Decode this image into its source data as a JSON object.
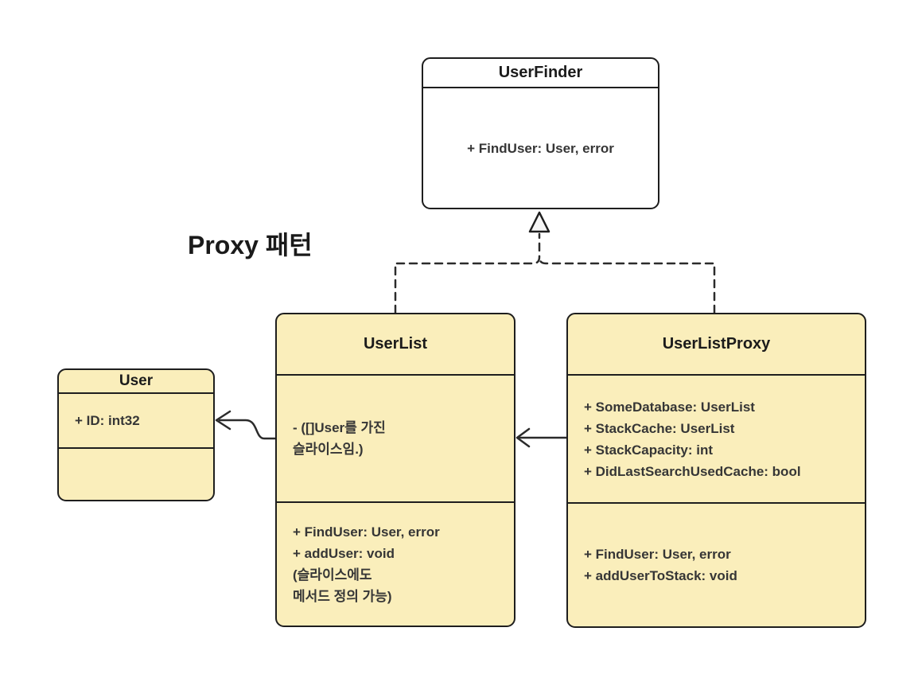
{
  "diagram": {
    "title": "Proxy 패턴",
    "classes": [
      {
        "name": "UserFinder",
        "kind": "interface",
        "fill": "#FFFFFF",
        "attributes": [],
        "methods": [
          "+ FindUser: User, error"
        ]
      },
      {
        "name": "UserList",
        "kind": "class",
        "fill": "#FAEEBB",
        "attributes": [
          "- ([]User를 가진",
          "슬라이스임.)"
        ],
        "methods": [
          "+ FindUser: User, error",
          "+ addUser: void",
          "(슬라이스에도",
          "메서드 정의 가능)"
        ]
      },
      {
        "name": "UserListProxy",
        "kind": "class",
        "fill": "#FAEEBB",
        "attributes": [
          "+ SomeDatabase: UserList",
          "+ StackCache: UserList",
          "+ StackCapacity: int",
          "+ DidLastSearchUsedCache: bool"
        ],
        "methods": [
          "+ FindUser: User, error",
          "+ addUserToStack: void"
        ]
      },
      {
        "name": "User",
        "kind": "class",
        "fill": "#FAEEBB",
        "attributes": [
          "+ ID: int32"
        ],
        "methods": []
      }
    ],
    "relations": [
      {
        "type": "realization",
        "from": "UserList",
        "to": "UserFinder",
        "line": "dashed",
        "arrow": "hollow-triangle"
      },
      {
        "type": "realization",
        "from": "UserListProxy",
        "to": "UserFinder",
        "line": "dashed",
        "arrow": "hollow-triangle"
      },
      {
        "type": "association",
        "from": "UserListProxy",
        "to": "UserList",
        "line": "solid",
        "arrow": "open"
      },
      {
        "type": "association",
        "from": "UserList",
        "to": "User",
        "line": "solid",
        "arrow": "open"
      }
    ],
    "colors": {
      "background": "#FFFFFF",
      "class_fill": "#FAEEBB",
      "stroke": "#1E1E1E",
      "edge_stroke": "#2B2B2B",
      "text": "#363636",
      "title_text": "#1B1B1B",
      "triangle_fill": "#F6F6F6"
    }
  }
}
